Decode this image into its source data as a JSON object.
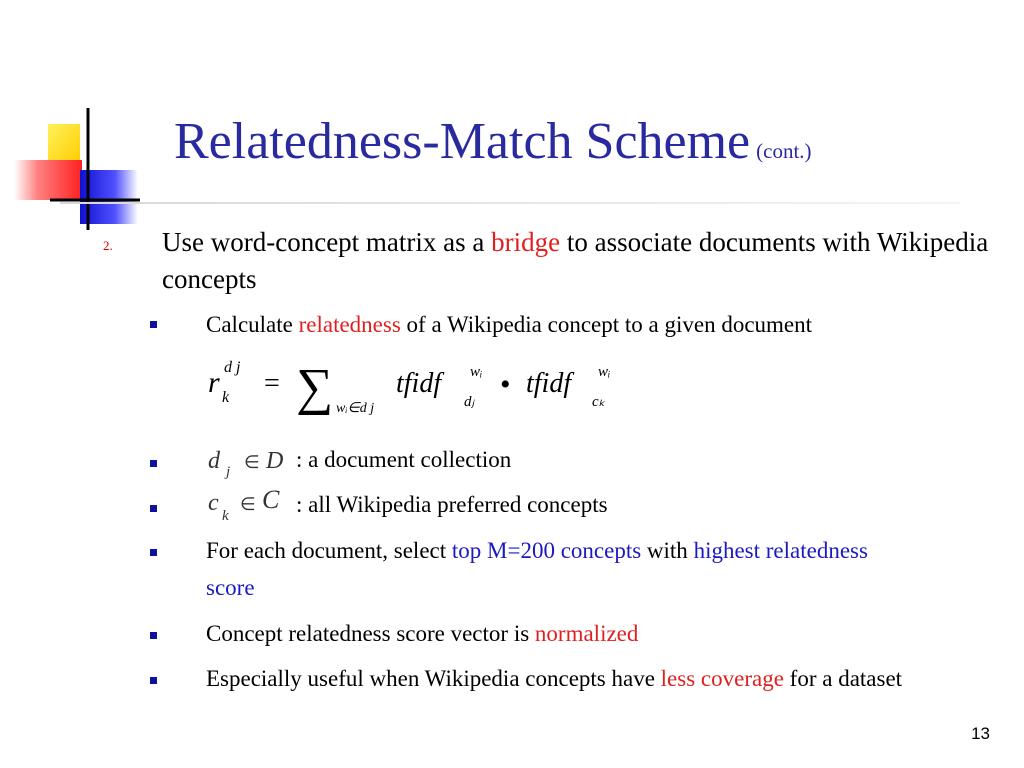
{
  "slide": {
    "title": "Relatedness-Match Scheme",
    "title_suffix": "(cont.)",
    "item_number": "2.",
    "main_point": {
      "pre": "Use word-concept matrix as a ",
      "hl": "bridge",
      "post": " to associate documents with Wikipedia concepts"
    },
    "bullets": {
      "b1": {
        "pre": "Calculate ",
        "hl": "relatedness",
        "post": " of a Wikipedia concept to a given document"
      },
      "b2": {
        "desc": ":  a document collection"
      },
      "b3": {
        "desc": ":  all Wikipedia preferred concepts"
      },
      "b4": {
        "pre": "For each document, select ",
        "hl1": "top M=200 concepts",
        "mid": " with ",
        "hl2": "highest relatedness score"
      },
      "b5": {
        "pre": "Concept relatedness score vector is ",
        "hl": "normalized"
      },
      "b6": {
        "pre": "Especially useful when Wikipedia concepts have ",
        "hl": "less coverage",
        "post": " for a dataset"
      }
    },
    "formula": {
      "r": "r",
      "k": "k",
      "dj": "d j",
      "eq": "=",
      "sigma": "∑",
      "sub": "wᵢ∈d j",
      "tfidf": "tfidf",
      "dot": "•",
      "sup_w": "wᵢ",
      "sub_dj": "dⱼ",
      "sub_ck": "cₖ"
    },
    "symbols": {
      "d": "d",
      "j": "j",
      "in": "∈",
      "D": "D",
      "c": "c",
      "k": "k",
      "C": "C"
    },
    "page_number": "13"
  },
  "colors": {
    "title": "#2a2aa0",
    "highlight_red": "#e02020",
    "highlight_blue": "#1a1ac0",
    "bullet": "#1010a0",
    "deco_yellow": "#ffd700",
    "deco_red": "#ff3b3b",
    "deco_blue": "#2828e0"
  }
}
